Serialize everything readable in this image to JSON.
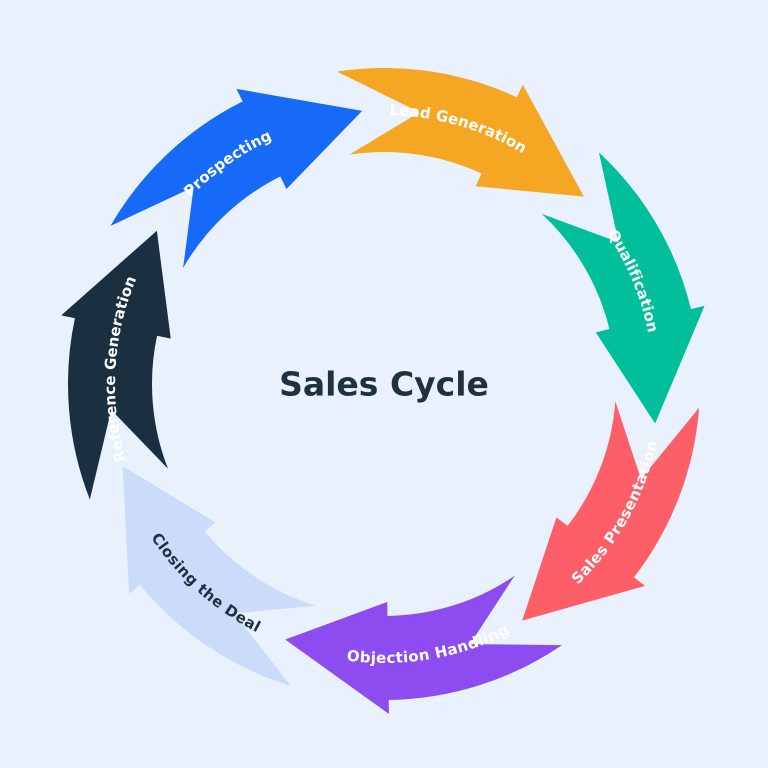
{
  "background_color": "#e9f1fc",
  "title": "Sales Cycle",
  "title_color": "#1f3140",
  "stages": [
    {
      "label": "Prospecting",
      "color": "#1769f8",
      "text_color": "#ffffff"
    },
    {
      "label": "Lead Generation",
      "color": "#f5a623",
      "text_color": "#ffffff"
    },
    {
      "label": "Qualification",
      "color": "#00bf9a",
      "text_color": "#ffffff"
    },
    {
      "label": "Sales Presentation",
      "color": "#fd5f68",
      "text_color": "#ffffff"
    },
    {
      "label": "Objection Handling",
      "color": "#8c4cf0",
      "text_color": "#ffffff"
    },
    {
      "label": "Closing the Deal",
      "color": "#cadcfa",
      "text_color": "#1f3140"
    },
    {
      "label": "Reference Generation",
      "color": "#1a2f40",
      "text_color": "#ffffff"
    }
  ]
}
